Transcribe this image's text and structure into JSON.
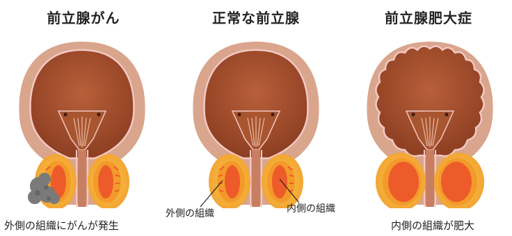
{
  "panels": [
    {
      "title": "前立腺がん",
      "caption": "外側の組織にがんが発生"
    },
    {
      "title": "正常な前立腺",
      "labels": {
        "outer": "外側の組織",
        "inner": "内側の組織"
      }
    },
    {
      "title": "前立腺肥大症",
      "caption": "内側の組織が肥大"
    }
  ],
  "colors": {
    "outer_wall": "#d9a58c",
    "bladder": "#9c4a2a",
    "bladder_lining": "#f4c8c4",
    "gland_base": "#f6c233",
    "gland_ring": "#f39a2a",
    "gland_core": "#ee5b2a",
    "tumor": "#7a7a7a"
  }
}
